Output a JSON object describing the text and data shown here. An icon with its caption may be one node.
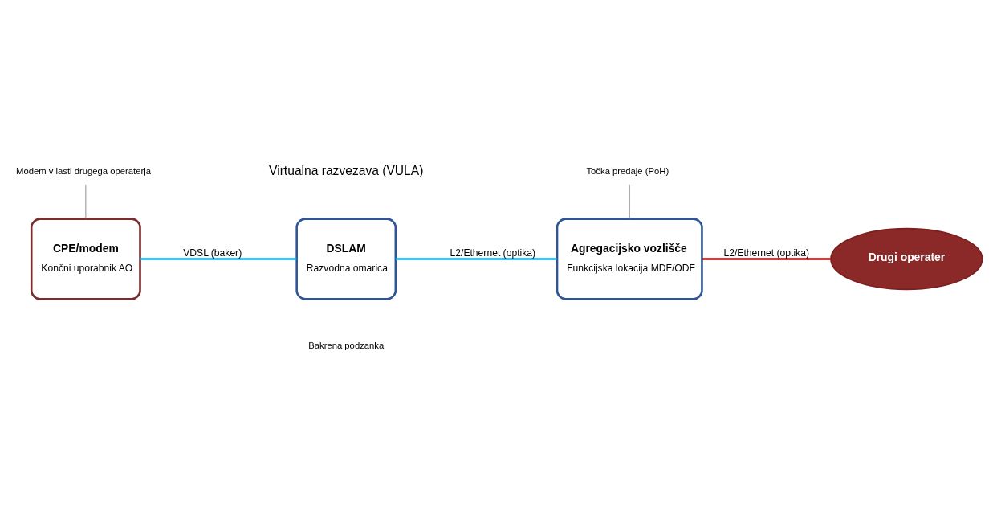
{
  "diagram": {
    "nodes": [
      {
        "text": [
          "CPE/modem",
          "Končni uporabnik AO"
        ]
      },
      {
        "text": [
          "DSLAM",
          "Razvodna omarica"
        ]
      },
      {
        "text": [
          "Agregacijsko vozlišče",
          "Funkcijska lokacija MDF/ODF"
        ]
      },
      {
        "text": [
          "Drugi operater"
        ]
      },
      {
        "text": [
          "Modem v lasti drugega operaterja"
        ]
      },
      {
        "text": [
          "Točka predaje (PoH)"
        ]
      }
    ],
    "edges": [
      {
        "from": 0,
        "to": 1,
        "arrow": "none",
        "label": "VDSL (baker)",
        "color": "#00b0f0"
      },
      {
        "from": 1,
        "to": 2,
        "arrow": "none",
        "label": "L2/Ethernet (optika)",
        "color": "#00b0f0"
      },
      {
        "from": 2,
        "to": 3,
        "arrow": "none",
        "label": "L2/Ethernet (optika)",
        "color": "#c00000"
      },
      {
        "from": 4,
        "to": 0,
        "arrow": "none",
        "color": "#7f7f7f"
      },
      {
        "from": 5,
        "to": 2,
        "arrow": "none",
        "color": "#7f7f7f"
      }
    ],
    "labels": [
      "Virtualna razvezava (VULA)",
      "Bakrena podzanka"
    ]
  }
}
